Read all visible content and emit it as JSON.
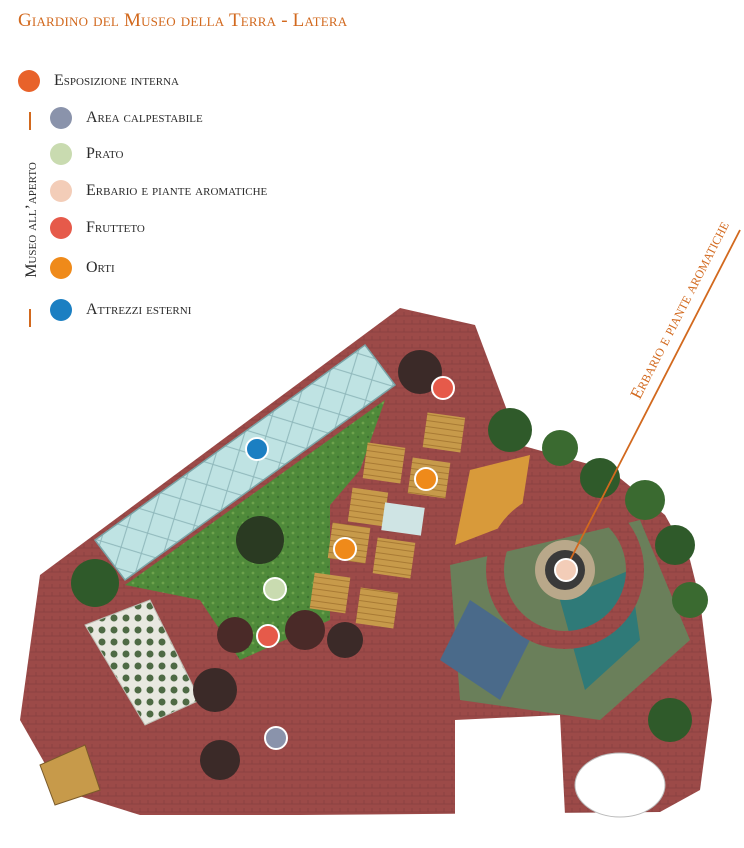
{
  "title": "Giardino del Museo della Terra - Latera",
  "vertical_label": "Museo all’aperto",
  "legend": [
    {
      "label": "Esposizione interna",
      "color": "#e8622a"
    },
    {
      "label": "Area calpestabile",
      "color": "#8a93ab"
    },
    {
      "label": "Prato",
      "color": "#c9dbb0"
    },
    {
      "label": "Erbario e piante aromatiche",
      "color": "#f3cdb8"
    },
    {
      "label": "Frutteto",
      "color": "#e65a4a"
    },
    {
      "label": "Orti",
      "color": "#ef8a1a"
    },
    {
      "label": "Attrezzi esterni",
      "color": "#1b7fc2"
    }
  ],
  "callout": "Erbario e piante aromatiche",
  "markers": [
    {
      "category": "Frutteto",
      "color": "#e65a4a"
    },
    {
      "category": "Attrezzi esterni",
      "color": "#1b7fc2"
    },
    {
      "category": "Orti",
      "color": "#ef8a1a"
    },
    {
      "category": "Orti",
      "color": "#ef8a1a"
    },
    {
      "category": "Prato",
      "color": "#c9dbb0"
    },
    {
      "category": "Frutteto",
      "color": "#e65a4a"
    },
    {
      "category": "Area calpestabile",
      "color": "#8a93ab"
    },
    {
      "category": "Erbario e piante aromatiche",
      "color": "#f3cdb8"
    }
  ],
  "colors": {
    "accent": "#d2691e",
    "brick": "#9c4a48",
    "lawn": "#4f8a3a",
    "greenhouse": "#bfe3e3"
  }
}
